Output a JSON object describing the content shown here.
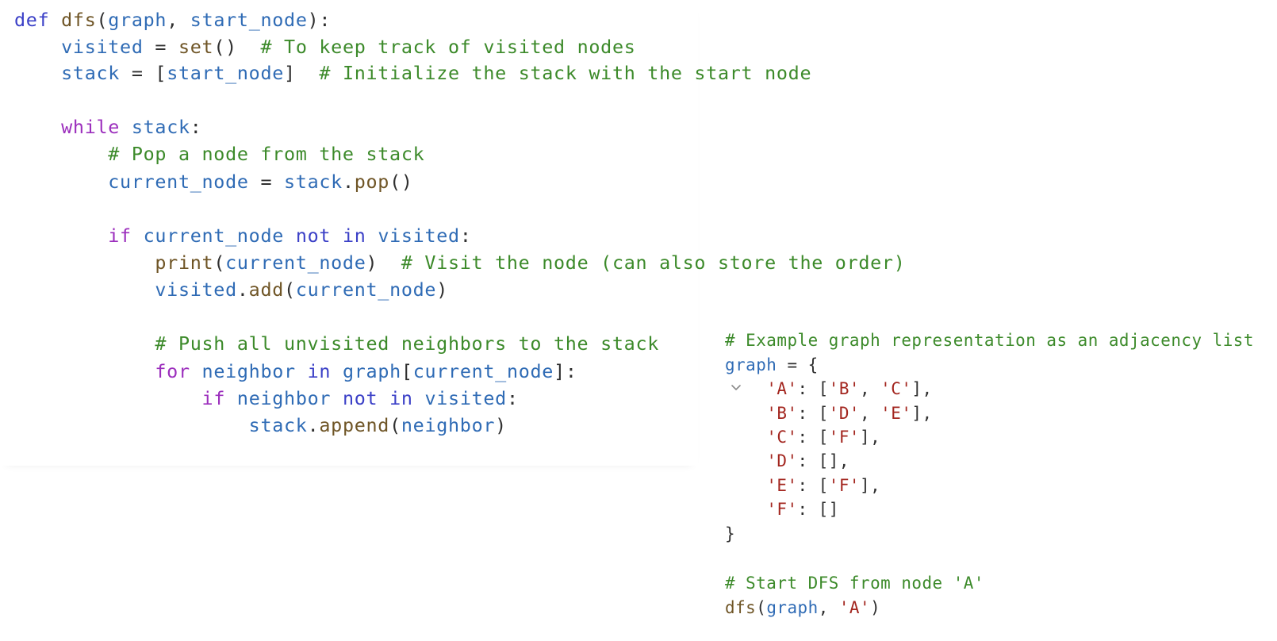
{
  "left_code": [
    {
      "tokens": [
        {
          "t": "def ",
          "c": "kw"
        },
        {
          "t": "dfs",
          "c": "fn"
        },
        {
          "t": "(",
          "c": "op"
        },
        {
          "t": "graph",
          "c": "var"
        },
        {
          "t": ", ",
          "c": "op"
        },
        {
          "t": "start_node",
          "c": "var"
        },
        {
          "t": "):",
          "c": "op"
        }
      ]
    },
    {
      "tokens": [
        {
          "t": "    ",
          "c": "op"
        },
        {
          "t": "visited",
          "c": "var"
        },
        {
          "t": " = ",
          "c": "op"
        },
        {
          "t": "set",
          "c": "fn"
        },
        {
          "t": "()  ",
          "c": "op"
        },
        {
          "t": "# To keep track of visited nodes",
          "c": "cm"
        }
      ]
    },
    {
      "tokens": [
        {
          "t": "    ",
          "c": "op"
        },
        {
          "t": "stack",
          "c": "var"
        },
        {
          "t": " = [",
          "c": "op"
        },
        {
          "t": "start_node",
          "c": "var"
        },
        {
          "t": "]  ",
          "c": "op"
        },
        {
          "t": "# Initialize the stack with the start node",
          "c": "cm"
        }
      ]
    },
    {
      "tokens": []
    },
    {
      "tokens": [
        {
          "t": "    ",
          "c": "op"
        },
        {
          "t": "while",
          "c": "kw2"
        },
        {
          "t": " ",
          "c": "op"
        },
        {
          "t": "stack",
          "c": "var"
        },
        {
          "t": ":",
          "c": "op"
        }
      ]
    },
    {
      "tokens": [
        {
          "t": "        ",
          "c": "op"
        },
        {
          "t": "# Pop a node from the stack",
          "c": "cm"
        }
      ]
    },
    {
      "tokens": [
        {
          "t": "        ",
          "c": "op"
        },
        {
          "t": "current_node",
          "c": "var"
        },
        {
          "t": " = ",
          "c": "op"
        },
        {
          "t": "stack",
          "c": "var"
        },
        {
          "t": ".",
          "c": "op"
        },
        {
          "t": "pop",
          "c": "fn"
        },
        {
          "t": "()",
          "c": "op"
        }
      ]
    },
    {
      "tokens": []
    },
    {
      "tokens": [
        {
          "t": "        ",
          "c": "op"
        },
        {
          "t": "if",
          "c": "kw2"
        },
        {
          "t": " ",
          "c": "op"
        },
        {
          "t": "current_node",
          "c": "var"
        },
        {
          "t": " ",
          "c": "op"
        },
        {
          "t": "not in",
          "c": "kw"
        },
        {
          "t": " ",
          "c": "op"
        },
        {
          "t": "visited",
          "c": "var"
        },
        {
          "t": ":",
          "c": "op"
        }
      ]
    },
    {
      "tokens": [
        {
          "t": "            ",
          "c": "op"
        },
        {
          "t": "print",
          "c": "fn"
        },
        {
          "t": "(",
          "c": "op"
        },
        {
          "t": "current_node",
          "c": "var"
        },
        {
          "t": ")  ",
          "c": "op"
        },
        {
          "t": "# Visit the node (can also store the order)",
          "c": "cm"
        }
      ]
    },
    {
      "tokens": [
        {
          "t": "            ",
          "c": "op"
        },
        {
          "t": "visited",
          "c": "var"
        },
        {
          "t": ".",
          "c": "op"
        },
        {
          "t": "add",
          "c": "fn"
        },
        {
          "t": "(",
          "c": "op"
        },
        {
          "t": "current_node",
          "c": "var"
        },
        {
          "t": ")",
          "c": "op"
        }
      ]
    },
    {
      "tokens": []
    },
    {
      "tokens": [
        {
          "t": "            ",
          "c": "op"
        },
        {
          "t": "# Push all unvisited neighbors to the stack",
          "c": "cm"
        }
      ]
    },
    {
      "tokens": [
        {
          "t": "            ",
          "c": "op"
        },
        {
          "t": "for",
          "c": "kw2"
        },
        {
          "t": " ",
          "c": "op"
        },
        {
          "t": "neighbor",
          "c": "var"
        },
        {
          "t": " ",
          "c": "op"
        },
        {
          "t": "in",
          "c": "kw"
        },
        {
          "t": " ",
          "c": "op"
        },
        {
          "t": "graph",
          "c": "var"
        },
        {
          "t": "[",
          "c": "op"
        },
        {
          "t": "current_node",
          "c": "var"
        },
        {
          "t": "]:",
          "c": "op"
        }
      ]
    },
    {
      "tokens": [
        {
          "t": "                ",
          "c": "op"
        },
        {
          "t": "if",
          "c": "kw2"
        },
        {
          "t": " ",
          "c": "op"
        },
        {
          "t": "neighbor",
          "c": "var"
        },
        {
          "t": " ",
          "c": "op"
        },
        {
          "t": "not in",
          "c": "kw"
        },
        {
          "t": " ",
          "c": "op"
        },
        {
          "t": "visited",
          "c": "var"
        },
        {
          "t": ":",
          "c": "op"
        }
      ]
    },
    {
      "tokens": [
        {
          "t": "                    ",
          "c": "op"
        },
        {
          "t": "stack",
          "c": "var"
        },
        {
          "t": ".",
          "c": "op"
        },
        {
          "t": "append",
          "c": "fn"
        },
        {
          "t": "(",
          "c": "op"
        },
        {
          "t": "neighbor",
          "c": "var"
        },
        {
          "t": ")",
          "c": "op"
        }
      ]
    }
  ],
  "right_code": [
    {
      "tokens": [
        {
          "t": "# Example graph representation as an adjacency list",
          "c": "cm"
        }
      ]
    },
    {
      "tokens": [
        {
          "t": "graph",
          "c": "var"
        },
        {
          "t": " = {",
          "c": "op"
        }
      ]
    },
    {
      "tokens": [
        {
          "t": "    ",
          "c": "op"
        },
        {
          "t": "'A'",
          "c": "str"
        },
        {
          "t": ": [",
          "c": "op"
        },
        {
          "t": "'B'",
          "c": "str"
        },
        {
          "t": ", ",
          "c": "op"
        },
        {
          "t": "'C'",
          "c": "str"
        },
        {
          "t": "],",
          "c": "op"
        }
      ]
    },
    {
      "tokens": [
        {
          "t": "    ",
          "c": "op"
        },
        {
          "t": "'B'",
          "c": "str"
        },
        {
          "t": ": [",
          "c": "op"
        },
        {
          "t": "'D'",
          "c": "str"
        },
        {
          "t": ", ",
          "c": "op"
        },
        {
          "t": "'E'",
          "c": "str"
        },
        {
          "t": "],",
          "c": "op"
        }
      ]
    },
    {
      "tokens": [
        {
          "t": "    ",
          "c": "op"
        },
        {
          "t": "'C'",
          "c": "str"
        },
        {
          "t": ": [",
          "c": "op"
        },
        {
          "t": "'F'",
          "c": "str"
        },
        {
          "t": "],",
          "c": "op"
        }
      ]
    },
    {
      "tokens": [
        {
          "t": "    ",
          "c": "op"
        },
        {
          "t": "'D'",
          "c": "str"
        },
        {
          "t": ": [],",
          "c": "op"
        }
      ]
    },
    {
      "tokens": [
        {
          "t": "    ",
          "c": "op"
        },
        {
          "t": "'E'",
          "c": "str"
        },
        {
          "t": ": [",
          "c": "op"
        },
        {
          "t": "'F'",
          "c": "str"
        },
        {
          "t": "],",
          "c": "op"
        }
      ]
    },
    {
      "tokens": [
        {
          "t": "    ",
          "c": "op"
        },
        {
          "t": "'F'",
          "c": "str"
        },
        {
          "t": ": []",
          "c": "op"
        }
      ]
    },
    {
      "tokens": [
        {
          "t": "}",
          "c": "op"
        }
      ]
    },
    {
      "tokens": []
    },
    {
      "tokens": [
        {
          "t": "# Start DFS from node 'A'",
          "c": "cm"
        }
      ]
    },
    {
      "tokens": [
        {
          "t": "dfs",
          "c": "fn"
        },
        {
          "t": "(",
          "c": "op"
        },
        {
          "t": "graph",
          "c": "var"
        },
        {
          "t": ", ",
          "c": "op"
        },
        {
          "t": "'A'",
          "c": "str"
        },
        {
          "t": ")",
          "c": "op"
        }
      ]
    }
  ],
  "colors": {
    "kw": "#3b40c7",
    "kw2": "#9c2fbd",
    "fn": "#6f5526",
    "var": "#2f6bb5",
    "cm": "#3c8a2a",
    "str": "#a3261f",
    "op": "#303030"
  },
  "icons": {
    "fold": "chevron-down-icon"
  }
}
